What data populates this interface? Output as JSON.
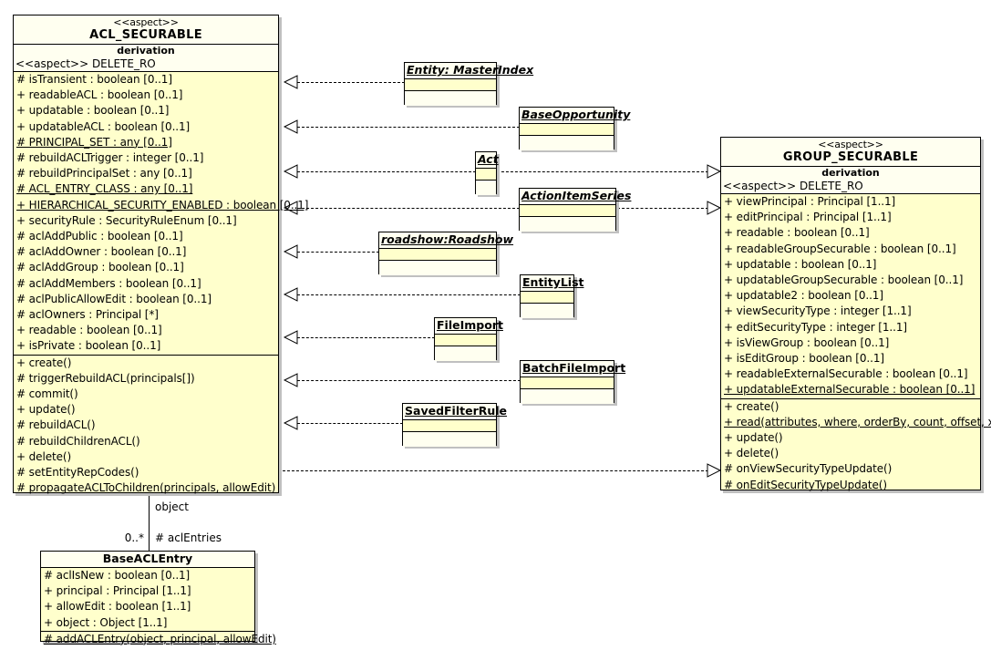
{
  "diagram": {
    "type": "uml-class-diagram",
    "colors": {
      "class_body": "#ffffcc",
      "class_header": "#fffff0",
      "border": "#000000",
      "shadow": "#c0c0c0",
      "background": "#ffffff"
    }
  },
  "classes": {
    "acl_securable": {
      "stereotype": "<<aspect>>",
      "name": "ACL_SECURABLE",
      "sub_header": "derivation",
      "sub_line": "<<aspect>> DELETE_RO",
      "attributes": [
        {
          "text": "# isTransient : boolean [0..1]",
          "static": false
        },
        {
          "text": "+ readableACL : boolean [0..1]",
          "static": false
        },
        {
          "text": "+ updatable : boolean [0..1]",
          "static": false
        },
        {
          "text": "+ updatableACL : boolean [0..1]",
          "static": false
        },
        {
          "text": "# PRINCIPAL_SET : any [0..1]",
          "static": true
        },
        {
          "text": "# rebuildACLTrigger : integer [0..1]",
          "static": false
        },
        {
          "text": "# rebuildPrincipalSet : any [0..1]",
          "static": false
        },
        {
          "text": "# ACL_ENTRY_CLASS : any [0..1]",
          "static": true
        },
        {
          "text": "+ HIERARCHICAL_SECURITY_ENABLED : boolean [0..1]",
          "static": true
        },
        {
          "text": "+ securityRule : SecurityRuleEnum [0..1]",
          "static": false
        },
        {
          "text": "# aclAddPublic : boolean [0..1]",
          "static": false
        },
        {
          "text": "# aclAddOwner : boolean [0..1]",
          "static": false
        },
        {
          "text": "# aclAddGroup : boolean [0..1]",
          "static": false
        },
        {
          "text": "# aclAddMembers : boolean [0..1]",
          "static": false
        },
        {
          "text": "# aclPublicAllowEdit : boolean [0..1]",
          "static": false
        },
        {
          "text": "# aclOwners : Principal [*]",
          "static": false
        },
        {
          "text": "+ readable : boolean [0..1]",
          "static": false
        },
        {
          "text": "+ isPrivate : boolean [0..1]",
          "static": false
        }
      ],
      "operations": [
        {
          "text": "+ create()",
          "static": false
        },
        {
          "text": "# triggerRebuildACL(principals[])",
          "static": false
        },
        {
          "text": "# commit()",
          "static": false
        },
        {
          "text": "+ update()",
          "static": false
        },
        {
          "text": "# rebuildACL()",
          "static": false
        },
        {
          "text": "# rebuildChildrenACL()",
          "static": false
        },
        {
          "text": "+ delete()",
          "static": false
        },
        {
          "text": "# setEntityRepCodes()",
          "static": false
        },
        {
          "text": "# propagateACLToChildren(principals, allowEdit)",
          "static": false
        }
      ]
    },
    "group_securable": {
      "stereotype": "<<aspect>>",
      "name": "GROUP_SECURABLE",
      "sub_header": "derivation",
      "sub_line": "<<aspect>> DELETE_RO",
      "attributes": [
        {
          "text": "+ viewPrincipal : Principal [1..1]",
          "static": false
        },
        {
          "text": "+ editPrincipal : Principal [1..1]",
          "static": false
        },
        {
          "text": "+ readable : boolean [0..1]",
          "static": false
        },
        {
          "text": "+ readableGroupSecurable : boolean [0..1]",
          "static": false
        },
        {
          "text": "+ updatable : boolean [0..1]",
          "static": false
        },
        {
          "text": "+ updatableGroupSecurable : boolean [0..1]",
          "static": false
        },
        {
          "text": "+ updatable2 : boolean [0..1]",
          "static": false
        },
        {
          "text": "+ viewSecurityType : integer [1..1]",
          "static": false
        },
        {
          "text": "+ editSecurityType : integer [1..1]",
          "static": false
        },
        {
          "text": "+ isViewGroup : boolean [0..1]",
          "static": false
        },
        {
          "text": "+ isEditGroup : boolean [0..1]",
          "static": false
        },
        {
          "text": "+ readableExternalSecurable : boolean [0..1]",
          "static": false
        },
        {
          "text": "+ updatableExternalSecurable : boolean [0..1]",
          "static": true
        }
      ],
      "operations": [
        {
          "text": "+ create()",
          "static": false
        },
        {
          "text": "+ read(attributes, where, orderBy, count, offset, xlock)",
          "static": true
        },
        {
          "text": "+ update()",
          "static": false
        },
        {
          "text": "+ delete()",
          "static": false
        },
        {
          "text": "# onViewSecurityTypeUpdate()",
          "static": false
        },
        {
          "text": "# onEditSecurityTypeUpdate()",
          "static": false
        }
      ]
    },
    "base_acl_entry": {
      "name": "BaseACLEntry",
      "attributes": [
        {
          "text": "# aclIsNew : boolean [0..1]",
          "static": false
        },
        {
          "text": "+ principal : Principal [1..1]",
          "static": false
        },
        {
          "text": "+ allowEdit : boolean [1..1]",
          "static": false
        },
        {
          "text": "+ object : Object [1..1]",
          "static": false
        }
      ],
      "operations": [
        {
          "text": "# addACLEntry(object, principal, allowEdit)",
          "static": true
        }
      ]
    }
  },
  "small_classes": [
    {
      "id": "entity_masterindex",
      "name": "Entity: MasterIndex",
      "italic": true
    },
    {
      "id": "base_opportunity",
      "name": "BaseOpportunity",
      "italic": true
    },
    {
      "id": "act",
      "name": "Act",
      "italic": true
    },
    {
      "id": "action_item_series",
      "name": "ActionItemSeries",
      "italic": true
    },
    {
      "id": "roadshow",
      "name": "roadshow:Roadshow",
      "italic": true
    },
    {
      "id": "entity_list",
      "name": "EntityList",
      "italic": false
    },
    {
      "id": "file_import",
      "name": "FileImport",
      "italic": false
    },
    {
      "id": "batch_file_import",
      "name": "BatchFileImport",
      "italic": false
    },
    {
      "id": "saved_filter_rule",
      "name": "SavedFilterRule",
      "italic": false
    }
  ],
  "association": {
    "role_end_label": "object",
    "multiplicity": "0..*",
    "role_label": "# aclEntries"
  }
}
